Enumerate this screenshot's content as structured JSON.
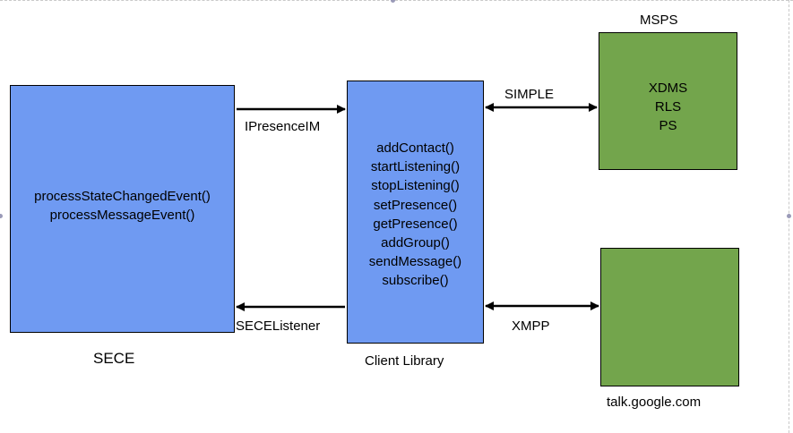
{
  "sece": {
    "methods": [
      "processStateChangedEvent()",
      "processMessageEvent()"
    ],
    "label": "SECE"
  },
  "client_library": {
    "methods": [
      "addContact()",
      "startListening()",
      "stopListening()",
      "setPresence()",
      "getPresence()",
      "addGroup()",
      "sendMessage()",
      "subscribe()"
    ],
    "label": "Client Library"
  },
  "msps": {
    "title": "MSPS",
    "lines": [
      "XDMS",
      "RLS",
      "PS"
    ]
  },
  "google": {
    "label": "talk.google.com"
  },
  "connections": {
    "ipresence": "IPresenceIM",
    "secelistener": "SECEListener",
    "simple": "SIMPLE",
    "xmpp": "XMPP"
  },
  "colors": {
    "blue_box": "#6f9af2",
    "green_box": "#73a54c"
  }
}
